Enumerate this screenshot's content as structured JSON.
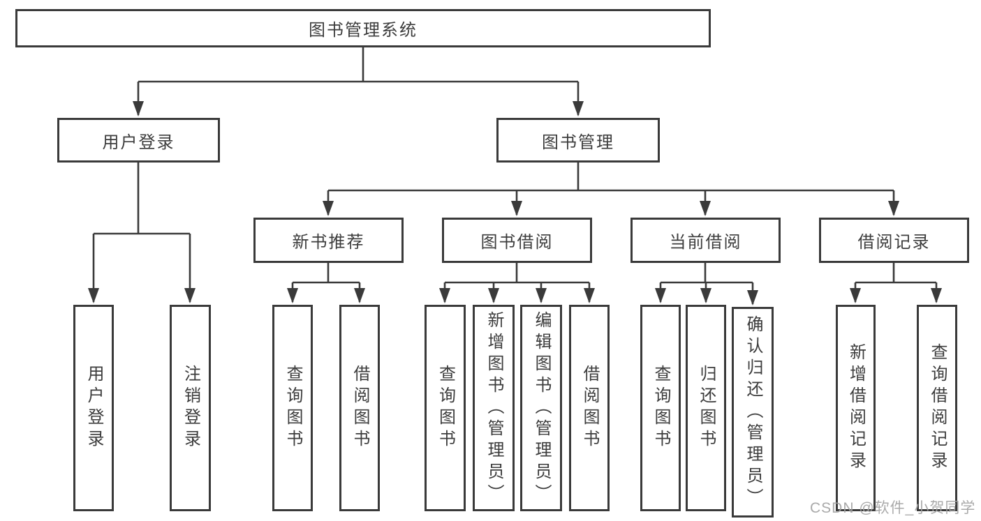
{
  "diagram": {
    "root": {
      "label": "图书管理系统"
    },
    "branches": [
      {
        "label": "用户登录",
        "leaves": [
          {
            "label": "用户登录"
          },
          {
            "label": "注销登录"
          }
        ]
      },
      {
        "label": "图书管理",
        "groups": [
          {
            "label": "新书推荐",
            "leaves": [
              {
                "label": "查询图书"
              },
              {
                "label": "借阅图书"
              }
            ]
          },
          {
            "label": "图书借阅",
            "leaves": [
              {
                "label": "查询图书"
              },
              {
                "label": "新增图书（管理员）"
              },
              {
                "label": "编辑图书（管理员）"
              },
              {
                "label": "借阅图书"
              }
            ]
          },
          {
            "label": "当前借阅",
            "leaves": [
              {
                "label": "查询图书"
              },
              {
                "label": "归还图书"
              },
              {
                "label": "确认归还（管理员）"
              }
            ]
          },
          {
            "label": "借阅记录",
            "leaves": [
              {
                "label": "新增借阅记录"
              },
              {
                "label": "查询借阅记录"
              }
            ]
          }
        ]
      }
    ]
  },
  "watermark": {
    "text": "CSDN @软件_小贺同学"
  },
  "colors": {
    "line": "#3a3a3a",
    "text": "#3c3c3c",
    "watermark": "#a3a3a3",
    "background": "#ffffff"
  }
}
